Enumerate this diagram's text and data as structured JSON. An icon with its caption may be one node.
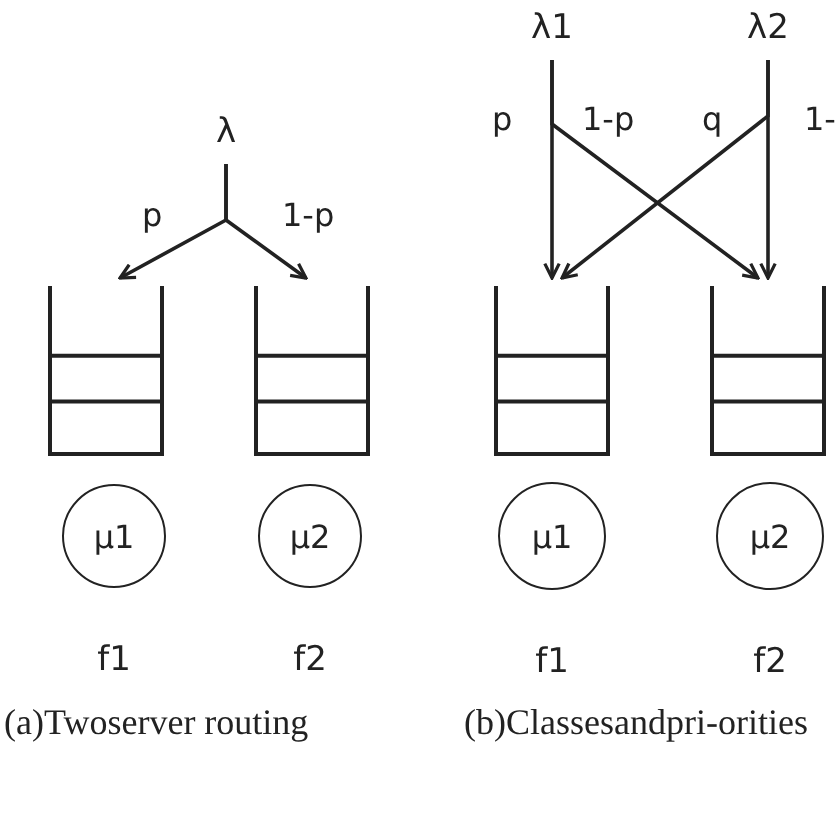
{
  "diagram": {
    "nodes": [
      {
        "text": [
          "λ"
        ]
      },
      {
        "text": [],
        "shape": "box"
      },
      {
        "text": [],
        "shape": "box"
      },
      {
        "text": [
          "μ1"
        ],
        "beside": [
          "f1"
        ]
      },
      {
        "text": [
          "μ2"
        ],
        "beside": [
          "f2"
        ]
      },
      {
        "text": [
          "λ1"
        ]
      },
      {
        "text": [
          "λ2"
        ]
      },
      {
        "text": [],
        "shape": "box"
      },
      {
        "text": [],
        "shape": "box"
      },
      {
        "text": [
          "μ1"
        ],
        "beside": [
          "f1"
        ]
      },
      {
        "text": [
          "μ2"
        ],
        "beside": [
          "f2"
        ]
      }
    ],
    "edges": [
      {
        "from": 0,
        "to": 1,
        "arrow": "to",
        "label": "p"
      },
      {
        "from": 0,
        "to": 2,
        "arrow": "to",
        "label": "1-p"
      },
      {
        "from": 5,
        "to": 7,
        "arrow": "to",
        "label": "p"
      },
      {
        "from": 5,
        "to": 8,
        "arrow": "to",
        "label": "1-p"
      },
      {
        "from": 6,
        "to": 7,
        "arrow": "to",
        "label": "q"
      },
      {
        "from": 6,
        "to": 8,
        "arrow": "to",
        "label": "1-"
      }
    ],
    "labels": [
      "(a)Twoserver routing",
      "(b)Classesandpri-orities"
    ]
  }
}
